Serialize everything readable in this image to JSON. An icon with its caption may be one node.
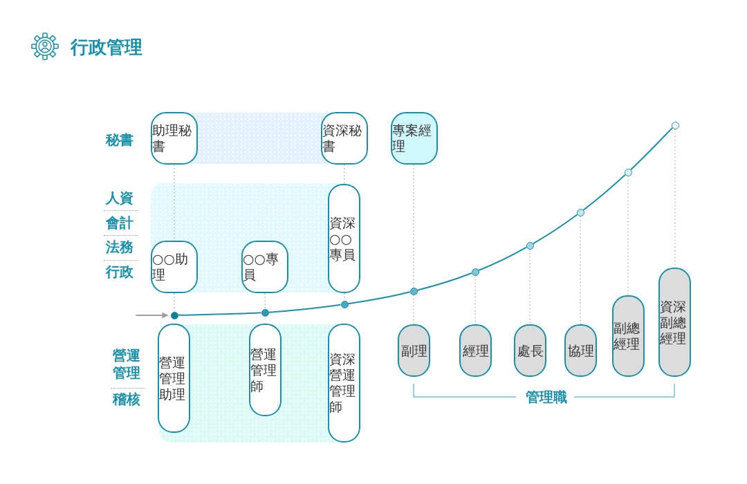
{
  "diagram": {
    "title": "行政管理",
    "nodes": [
      {
        "text": [
          "助理秘書"
        ]
      },
      {
        "text": [
          "資深秘書"
        ]
      },
      {
        "text": [
          "專案經理"
        ]
      },
      {
        "text": [
          "○○助理"
        ]
      },
      {
        "text": [
          "○○專員"
        ]
      },
      {
        "text": [
          "資深○○專員"
        ]
      },
      {
        "text": [],
        "shape": "circle"
      },
      {
        "text": [],
        "shape": "circle"
      },
      {
        "text": [],
        "shape": "circle"
      },
      {
        "text": [],
        "shape": "circle"
      },
      {
        "text": [],
        "shape": "circle"
      },
      {
        "text": [],
        "shape": "circle"
      },
      {
        "text": [],
        "shape": "circle"
      },
      {
        "text": [],
        "shape": "circle"
      },
      {
        "text": [],
        "shape": "circle"
      },
      {
        "text": [
          "營運管理助理"
        ]
      },
      {
        "text": [
          "營運管理師"
        ]
      },
      {
        "text": [
          "資深營運管理師"
        ]
      },
      {
        "text": [
          "副理"
        ]
      },
      {
        "text": [
          "經理"
        ]
      },
      {
        "text": [
          "處長"
        ]
      },
      {
        "text": [
          "協理"
        ]
      },
      {
        "text": [
          "副總經理"
        ]
      },
      {
        "text": [
          "資深副總經理"
        ]
      }
    ],
    "edges": [
      {
        "from": null,
        "to": 6,
        "arrow": "to",
        "color": "#9e9e9e"
      },
      {
        "from": 6,
        "to": 7,
        "arrow": "none",
        "color": "#1a8fa8"
      },
      {
        "from": 7,
        "to": 8,
        "arrow": "none",
        "color": "#1a8fa8"
      },
      {
        "from": 8,
        "to": 9,
        "arrow": "none",
        "color": "#1a8fa8"
      },
      {
        "from": 9,
        "to": 10,
        "arrow": "none",
        "color": "#1a8fa8"
      },
      {
        "from": 10,
        "to": 11,
        "arrow": "none",
        "color": "#1a8fa8"
      },
      {
        "from": 11,
        "to": 12,
        "arrow": "none",
        "color": "#1a8fa8"
      },
      {
        "from": 12,
        "to": 13,
        "arrow": "none",
        "color": "#1a8fa8"
      },
      {
        "from": 13,
        "to": 14,
        "arrow": "none",
        "color": "#1a8fa8"
      },
      {
        "from": 0,
        "to": 3,
        "arrow": "none",
        "style": "dashed",
        "color": "#b5b5b5"
      },
      {
        "from": 3,
        "to": 6,
        "arrow": "none",
        "style": "dashed",
        "color": "#b5b5b5"
      },
      {
        "from": 1,
        "to": 5,
        "arrow": "none",
        "style": "dashed",
        "color": "#b5b5b5"
      },
      {
        "from": 4,
        "to": 7,
        "arrow": "none",
        "style": "dashed",
        "color": "#b5b5b5"
      },
      {
        "from": 5,
        "to": 8,
        "arrow": "none",
        "style": "dashed",
        "color": "#b5b5b5"
      },
      {
        "from": 2,
        "to": 9,
        "arrow": "none",
        "style": "dashed",
        "color": "#b5b5b5"
      },
      {
        "from": 9,
        "to": 18,
        "arrow": "none",
        "style": "dashed",
        "color": "#b5b5b5"
      },
      {
        "from": 10,
        "to": 19,
        "arrow": "none",
        "style": "dashed",
        "color": "#b5b5b5"
      },
      {
        "from": 11,
        "to": 20,
        "arrow": "none",
        "style": "dashed",
        "color": "#b5b5b5"
      },
      {
        "from": 12,
        "to": 21,
        "arrow": "none",
        "style": "dashed",
        "color": "#b5b5b5"
      },
      {
        "from": 13,
        "to": 22,
        "arrow": "none",
        "style": "dashed",
        "color": "#b5b5b5"
      },
      {
        "from": 14,
        "to": 23,
        "arrow": "none",
        "style": "dashed",
        "color": "#b5b5b5"
      }
    ],
    "labels": [
      "秘書",
      "人資",
      "會計",
      "法務",
      "行政",
      "營運管理",
      "稽核",
      "管理職"
    ]
  }
}
